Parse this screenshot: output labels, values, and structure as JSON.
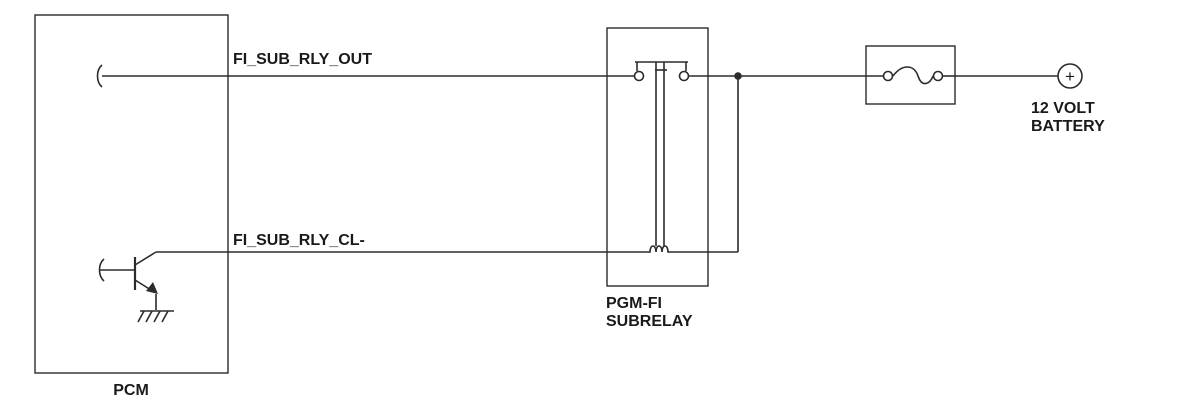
{
  "components": {
    "pcm": {
      "label": "PCM"
    },
    "subrelay": {
      "label_line1": "PGM-FI",
      "label_line2": "SUBRELAY"
    },
    "battery": {
      "label_line1": "12 VOLT",
      "label_line2": "BATTERY",
      "terminal_symbol": "+"
    },
    "fuse": {
      "symbol": "fuse-symbol"
    }
  },
  "wires": {
    "output": {
      "label": "FI_SUB_RLY_OUT"
    },
    "control": {
      "label": "FI_SUB_RLY_CL-"
    }
  },
  "colors": {
    "line": "#2b2b2b",
    "text": "#1a1a1a",
    "background": "#ffffff"
  }
}
